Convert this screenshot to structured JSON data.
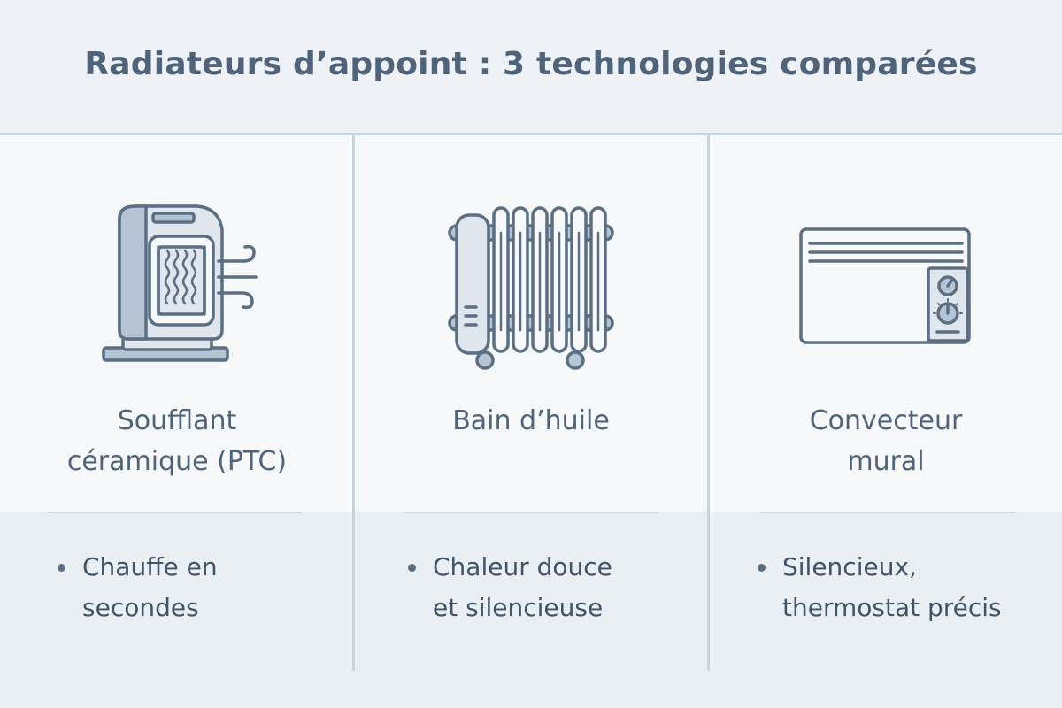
{
  "title": "Radiateurs d’appoint : 3 technologies comparées",
  "colors": {
    "stroke": "#5b6f84",
    "fill_light": "#dfe6ee",
    "fill_mid": "#b7c4d3",
    "divider": "#c9d4df"
  },
  "columns": [
    {
      "icon": "ceramic-fan-heater-icon",
      "name_lines": [
        "Soufflant",
        "céramique (PTC)"
      ],
      "bullet_lines": [
        "Chauffe en",
        "secondes"
      ]
    },
    {
      "icon": "oil-filled-radiator-icon",
      "name_lines": [
        "Bain d’huile"
      ],
      "bullet_lines": [
        "Chaleur douce",
        "et silencieuse"
      ]
    },
    {
      "icon": "wall-convector-icon",
      "name_lines": [
        "Convecteur",
        "mural"
      ],
      "bullet_lines": [
        "Silencieux,",
        "thermostat précis"
      ]
    }
  ]
}
